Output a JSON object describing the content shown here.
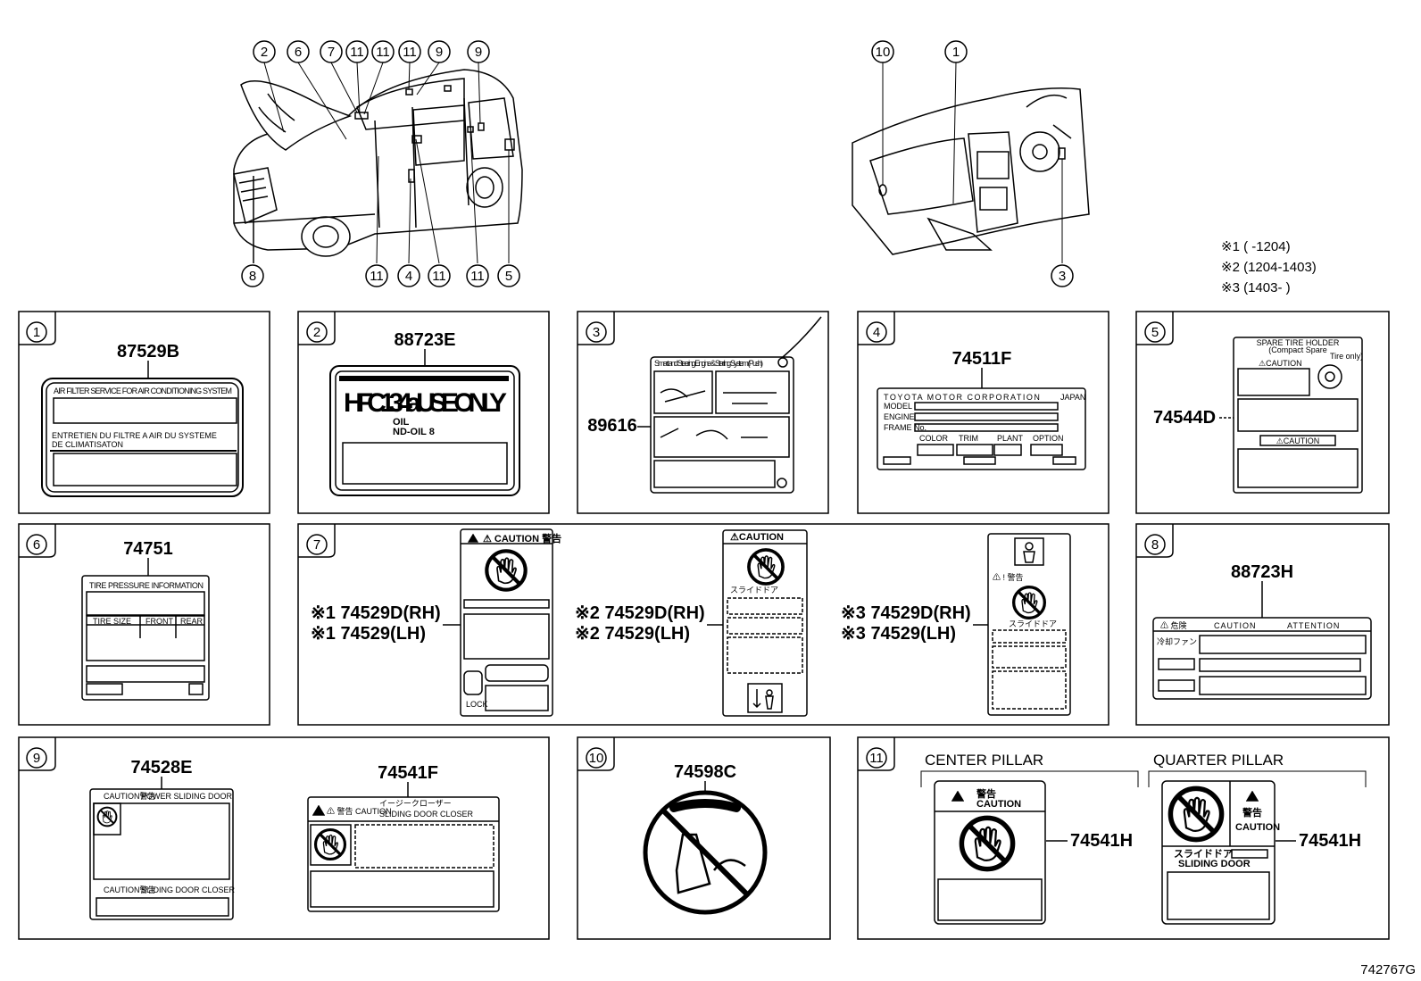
{
  "overview": {
    "left_callouts": [
      "2",
      "6",
      "7",
      "11",
      "11",
      "11",
      "9",
      "9"
    ],
    "left_bottom_callouts": [
      "8",
      "11",
      "4",
      "11",
      "11",
      "5"
    ],
    "right_callouts": [
      "10",
      "1"
    ],
    "right_bottom_callouts": [
      "3"
    ],
    "notes": [
      "※1 (      -1204)",
      "※2 (1204-1403)",
      "※3 (1403-      )"
    ]
  },
  "panels": {
    "p1": {
      "num": "1",
      "part": "87529B",
      "line1": "AIR FILTER SERVICE FOR AIR CONDITIONING SYSTEM",
      "line2": "ENTRETIEN DU FILTRE A AIR DU SYSTEME",
      "line3": "DE CLIMATISATON"
    },
    "p2": {
      "num": "2",
      "part": "88723E",
      "big": "HFC134a USE ONLY",
      "oil1": "OIL",
      "oil2": "ND-OIL 8"
    },
    "p3": {
      "num": "3",
      "part": "89616",
      "head": "Smart and Steering Engine & Starting System (Push)"
    },
    "p4": {
      "num": "4",
      "part": "74511F",
      "maker": "TOYOTA MOTOR CORPORATION",
      "japan": "JAPAN",
      "model": "MODEL",
      "engine": "ENGINE",
      "frame": "FRAME No.",
      "color": "COLOR",
      "trim": "TRIM",
      "plant": "PLANT",
      "option": "OPTION"
    },
    "p5": {
      "num": "5",
      "part": "74544D",
      "head1": "SPARE TIRE HOLDER",
      "head2": "(Compact Spare",
      "head3": "Tire only)",
      "caution1": "⚠CAUTION",
      "caution2": "⚠CAUTION"
    },
    "p6": {
      "num": "6",
      "part": "74751",
      "head": "TIRE PRESSURE INFORMATION",
      "col1": "TIRE SIZE",
      "col2": "FRONT",
      "col3": "REAR"
    },
    "p7": {
      "num": "7",
      "a1": "※1 74529D(RH)",
      "a2": "※1 74529(LH)",
      "b1": "※2 74529D(RH)",
      "b2": "※2 74529(LH)",
      "c1": "※3 74529D(RH)",
      "c2": "※3 74529(LH)",
      "capA": "⚠ CAUTION 警告",
      "capB": "⚠CAUTION",
      "slideB": "スライドドア",
      "slideC": "スライドドア",
      "lock": "LOCK",
      "warnC": "⚠ !  警告"
    },
    "p8": {
      "num": "8",
      "part": "88723H",
      "danger": "⚠ 危険",
      "caution": "CAUTION",
      "attention": "ATTENTION",
      "fan": "冷却ファン"
    },
    "p9": {
      "num": "9",
      "partA": "74528E",
      "partB": "74541F",
      "capA": "CAUTION警告",
      "doorA": "POWER SLIDING DOOR",
      "capA2": "CAUTION警告",
      "closerA": "SLIDING DOOR CLOSER",
      "capB": "⚠ 警告 CAUTION",
      "jpB": "イージークローザー",
      "closerB": "SLIDING DOOR CLOSER"
    },
    "p10": {
      "num": "10",
      "part": "74598C"
    },
    "p11": {
      "num": "11",
      "center": "CENTER PILLAR",
      "quarter": "QUARTER PILLAR",
      "partA": "74541H",
      "partB": "74541H",
      "warnA": "警告",
      "capA": "CAUTION",
      "warnB": "警告",
      "capB": "CAUTION",
      "jpB": "スライドドア",
      "slideB": "SLIDING DOOR"
    }
  },
  "footer": {
    "code": "742767G"
  }
}
